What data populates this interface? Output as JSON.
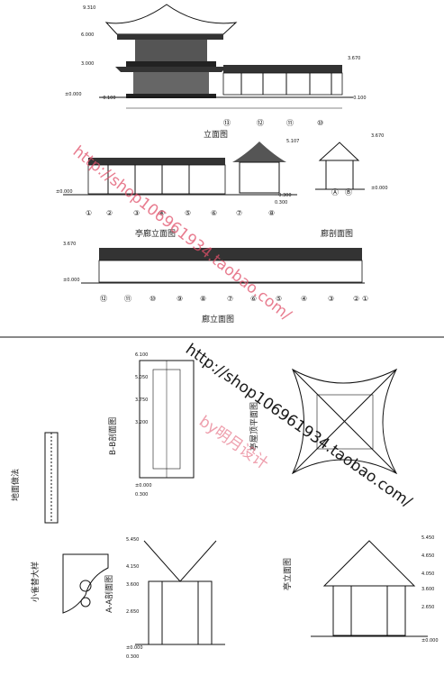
{
  "sheet": {
    "background": "#ffffff",
    "line_color": "#111111",
    "watermark_color_red": "#e0506a",
    "watermark_color_dark": "#1a1a1a"
  },
  "top": {
    "main_elevation": {
      "levels": [
        "9.310",
        "6.000",
        "3.000",
        "±0.000",
        "−0.100",
        "3.670",
        "−0.100"
      ],
      "axis_marks": [
        "⑬",
        "⑫",
        "⑪",
        "⑩"
      ],
      "caption": "立面图"
    },
    "pavilion_corridor_elevation": {
      "levels": [
        "5.107",
        "±0.000",
        "−0.300",
        "0.300"
      ],
      "axis_marks": [
        "①",
        "②",
        "③",
        "④",
        "⑤",
        "⑥",
        "⑦",
        "⑧"
      ],
      "caption": "亭廊立面图"
    },
    "corridor_section": {
      "levels": [
        "3.670",
        "±0.000"
      ],
      "axis_marks": [
        "Ⓐ",
        "Ⓑ"
      ],
      "caption": "廊剖面图"
    },
    "long_corridor_elevation": {
      "levels": [
        "3.670",
        "±0.000"
      ],
      "axis_marks": [
        "⑫",
        "⑪",
        "⑩",
        "⑨",
        "⑧",
        "⑦",
        "⑥",
        "⑤",
        "④",
        "③",
        "②",
        "①"
      ],
      "caption": "廊立面图"
    }
  },
  "bottom": {
    "ground_detail": {
      "caption": "地面做法"
    },
    "b_section": {
      "levels": [
        "6.100",
        "5.050",
        "3.750",
        "3.200",
        "±0.000",
        "0.300"
      ],
      "caption": "B-B剖面图"
    },
    "roof_plan": {
      "caption": "亭屋顶平面图"
    },
    "beam_detail": {
      "caption": "小雀替大样"
    },
    "a_section": {
      "levels": [
        "5.450",
        "4.150",
        "3.600",
        "2.650",
        "±0.000",
        "0.300"
      ],
      "caption": "A-A剖面图"
    },
    "pavilion_elevation": {
      "levels": [
        "5.450",
        "4.650",
        "4.050",
        "3.600",
        "2.650",
        "±0.000"
      ],
      "caption": "亭立面图"
    }
  },
  "watermarks": {
    "url_line": "http://shop106961934.taobao.com/",
    "shop_line": "by明月设计"
  }
}
